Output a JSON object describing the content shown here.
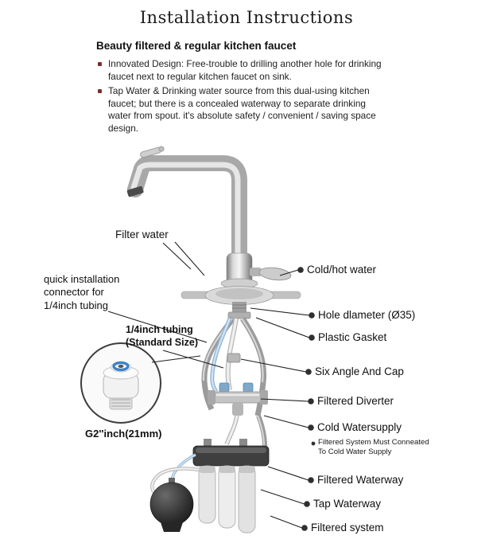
{
  "page": {
    "title": "Installation Instructions",
    "heading": "Beauty filtered & regular kitchen faucet",
    "bullets": [
      "Innovated Design: Free-trouble to drilling another hole for drinking faucet next to regular kitchen faucet on sink.",
      "Tap Water & Drinking water source from this dual-using kitchen faucet; but there is a concealed waterway to separate drinking water from spout. it's absolute safety / convenient / saving space design."
    ]
  },
  "diagram": {
    "labels": {
      "filter_water": "Filter water",
      "cold_hot_water": "Cold/hot water",
      "quick_connector": "quick installation\nconnector for\n1/4inch tubing",
      "hole_diameter": "Hole dlameter (Ø35)",
      "plastic_gasket": "Plastic Gasket",
      "quarter_tubing": "1/4inch tubing\n(Standard Size)",
      "six_angle_cap": "Six Angle And Cap",
      "filtered_diverter": "Filtered Diverter",
      "cold_watersupply": "Cold Watersupply",
      "cold_supply_note": "Filtered System Must Conneated\nTo Cold Water Supply",
      "filtered_waterway": "Filtered Waterway",
      "tap_waterway": "Tap Waterway",
      "filtered_system": "Filtered system",
      "g2_inch": "G2''inch(21mm)"
    },
    "colors": {
      "bullet_square": "#7a2f2f",
      "callout_dot": "#2f2f2f",
      "tubing_blue": "#3d85c8",
      "chrome_light": "#e8e8e8",
      "chrome_dark": "#8a8a8a"
    }
  }
}
